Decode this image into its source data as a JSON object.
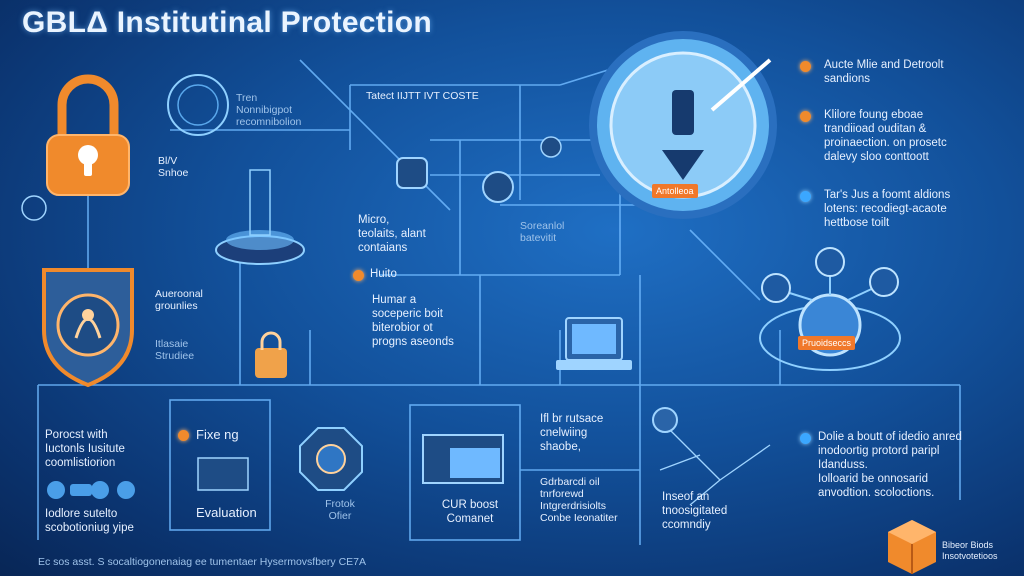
{
  "title": "GBLΔ Institutinal Protection",
  "colors": {
    "accent_orange": "#f08a2c",
    "accent_blue": "#3ba7ff",
    "background": "#12509a",
    "line": "#6fb9ff"
  },
  "icons": [
    "padlock-icon",
    "shield-emblem-icon",
    "small-lock-icon",
    "globe-shield-icon",
    "laptop-icon",
    "hub-network-icon",
    "box-logo-icon"
  ],
  "labels": {
    "top_left_1": "Tren\nNonnibigpot\nrecomnibolion",
    "top_left_2": "Bl/V\nSnhoe",
    "top_center": "Tatect IIJTT IVT COSTE",
    "mid_1": "Micro,\nteolaits, alant\ncontaians",
    "mid_2": "Soreanlol\nbatevitit",
    "left_mid_1": "Aueroonal\ngrounlies",
    "left_mid_2": "Itlasaie\nStrudiee",
    "huito_head": "Huito",
    "huito_body": "Humar a\nsoceperic boit\nbiterobior ot\nprogns aseonds",
    "shield_badge": "Antolleoa",
    "hub_badge": "Pruoidseccs",
    "bottom_left": "Porocst with\nIuctonls Iusitute\ncoomlistiorion",
    "bottom_left_2": "Iodlore sutelto\nscobotioniug yipe",
    "fixe_head": "Fixe ng",
    "evaluation": "Evaluation",
    "protek": "Frotok\nOfier",
    "client_a": "CUR boost\nComanet",
    "center_1": "Ifl br rutsace\ncnelwiing\nshaobe,",
    "center_2": "Gdrbarcdi oil\ntnrforewd\nIntgrerdrisiolts\nConbe Ieonatiter",
    "center_3": "Inseof an\ntnoosigitated\nccomndiy",
    "footer": "Ec sos asst. S socaltiogonenaiag ee tumentaer Hysermovsfbery CE7A",
    "logo_text": "Bibeor Biods\nInsotvotetioos"
  },
  "right_points": [
    {
      "text": "Aucte Mlie and Detroolt\nsandions",
      "marker": "orange"
    },
    {
      "text": "Klilore foung eboae\ntrandiioad ouditan &\nproinaection. on prosetc\ndalevy sloo conttoott",
      "marker": "orange"
    },
    {
      "text": "Tar's Jus a foomt aldions\nlotens: recodiegt-acaote\nhettbose toilt",
      "marker": "blue"
    },
    {
      "text": "Dolie a boutt of idedio anred\ninodoortig protord paripl\nIdanduss.\nIolloarid be onnosarid\nanvodtion. scoloctions.",
      "marker": "blue"
    }
  ]
}
